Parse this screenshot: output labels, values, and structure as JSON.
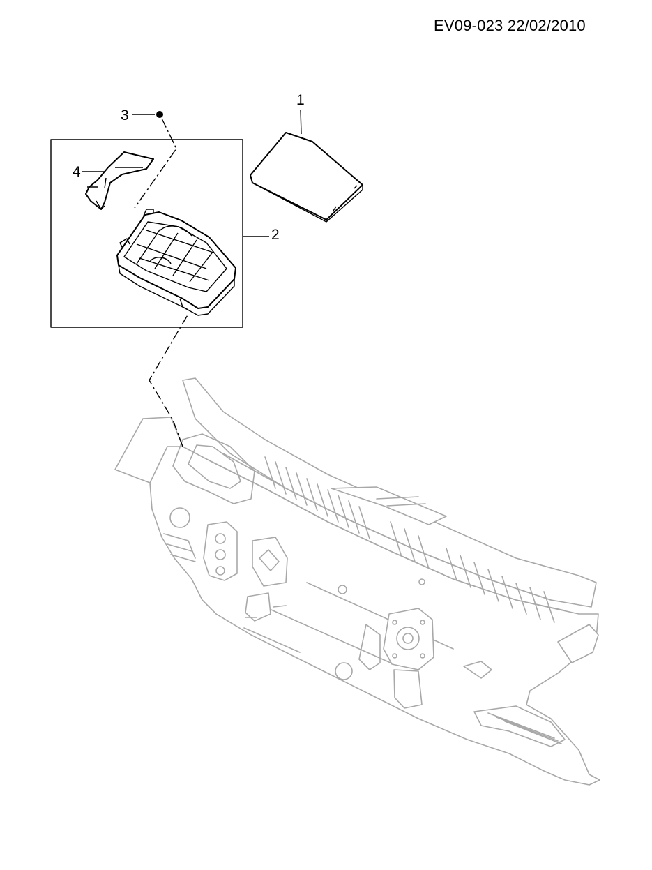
{
  "header": {
    "document_reference": "EV09-023 22/02/2010"
  },
  "callouts": [
    {
      "id": "1",
      "label": "1"
    },
    {
      "id": "2",
      "label": "2"
    },
    {
      "id": "3",
      "label": "3"
    },
    {
      "id": "4",
      "label": "4"
    }
  ],
  "colors": {
    "foreground_part": "#000000",
    "background_assembly": "#a8a8a8",
    "background": "#ffffff"
  }
}
